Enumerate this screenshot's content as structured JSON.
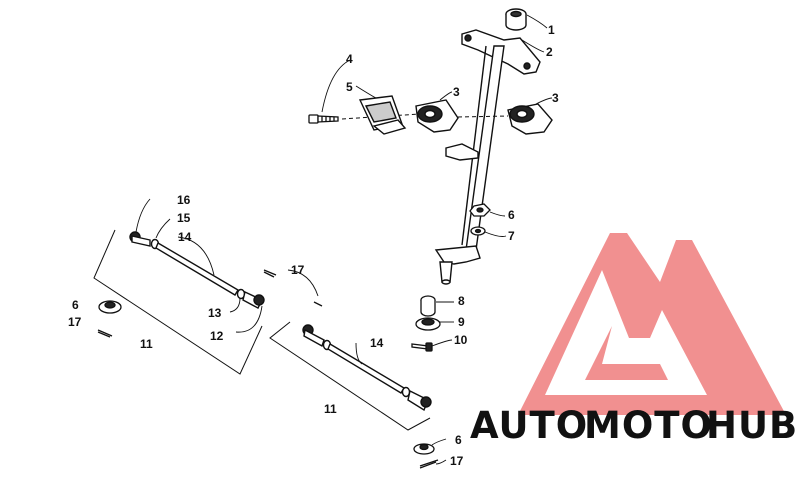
{
  "diagram": {
    "callouts": [
      {
        "key": "c1",
        "text": "1"
      },
      {
        "key": "c2",
        "text": "2"
      },
      {
        "key": "c3a",
        "text": "3"
      },
      {
        "key": "c3b",
        "text": "3"
      },
      {
        "key": "c4",
        "text": "4"
      },
      {
        "key": "c5",
        "text": "5"
      },
      {
        "key": "c6a",
        "text": "6"
      },
      {
        "key": "c6b",
        "text": "6"
      },
      {
        "key": "c6c",
        "text": "6"
      },
      {
        "key": "c7",
        "text": "7"
      },
      {
        "key": "c8",
        "text": "8"
      },
      {
        "key": "c9",
        "text": "9"
      },
      {
        "key": "c10",
        "text": "10"
      },
      {
        "key": "c11a",
        "text": "11"
      },
      {
        "key": "c11b",
        "text": "11"
      },
      {
        "key": "c12",
        "text": "12"
      },
      {
        "key": "c13",
        "text": "13"
      },
      {
        "key": "c14a",
        "text": "14"
      },
      {
        "key": "c14b",
        "text": "14"
      },
      {
        "key": "c15",
        "text": "15"
      },
      {
        "key": "c16",
        "text": "16"
      },
      {
        "key": "c17a",
        "text": "17"
      },
      {
        "key": "c17b",
        "text": "17"
      },
      {
        "key": "c17c",
        "text": "17"
      }
    ]
  },
  "watermark": {
    "words": [
      "AUTO",
      "MOTO",
      "HUB"
    ],
    "colors": {
      "logo": "#f08a8a",
      "auto": "#f5c36e",
      "moto": "#f49a9a",
      "hub": "#8a8a8a"
    }
  }
}
